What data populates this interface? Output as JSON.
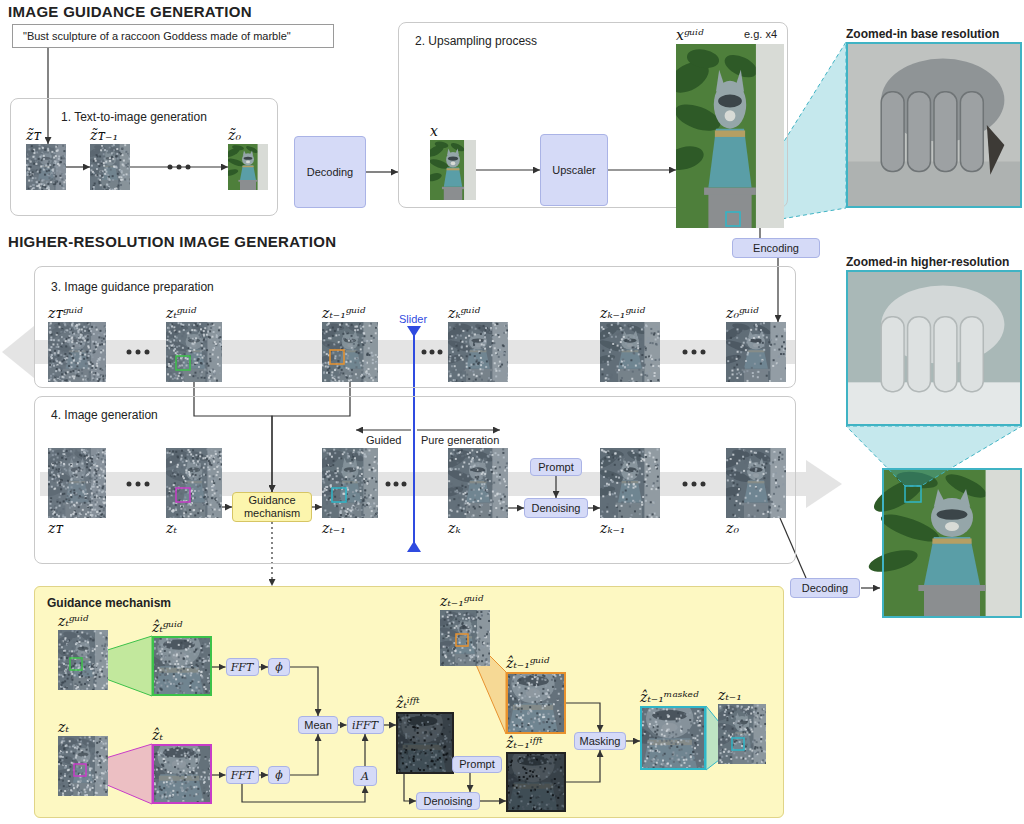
{
  "diagram": {
    "nodes": [
      {
        "text": [
          "\"Bust sculpture of a raccoon Goddess made of marble\""
        ]
      },
      {
        "text": [
          "1. Text-to-image generation"
        ]
      },
      {
        "text": [
          "z̃ᴛ"
        ],
        "in": 1
      },
      {
        "text": [
          "z̃ᴛ₋₁"
        ],
        "in": 1
      },
      {
        "text": [
          "z̃₀"
        ],
        "in": 1
      },
      {
        "text": [
          "Decoding"
        ]
      },
      {
        "text": [
          "2. Upsampling process"
        ]
      },
      {
        "text": [
          "x"
        ],
        "in": 6
      },
      {
        "text": [
          "Upscaler"
        ],
        "in": 6
      },
      {
        "text": [
          "xᵍᵘⁱᵈ"
        ],
        "in": 6
      },
      {
        "text": [
          "Zoomed-in base resolution"
        ]
      },
      {
        "text": [
          "Encoding"
        ]
      },
      {
        "text": [
          "3. Image guidance preparation"
        ]
      },
      {
        "text": [
          "zᴛᵍᵘⁱᵈ"
        ],
        "in": 12
      },
      {
        "text": [
          "zₜᵍᵘⁱᵈ"
        ],
        "in": 12
      },
      {
        "text": [
          "zₜ₋₁ᵍᵘⁱᵈ"
        ],
        "in": 12
      },
      {
        "text": [
          "zₖᵍᵘⁱᵈ"
        ],
        "in": 12
      },
      {
        "text": [
          "zₖ₋₁ᵍᵘⁱᵈ"
        ],
        "in": 12
      },
      {
        "text": [
          "z₀ᵍᵘⁱᵈ"
        ],
        "in": 12
      },
      {
        "text": [
          "Zoomed-in higher-resolution"
        ]
      },
      {
        "text": [
          "4. Image generation"
        ]
      },
      {
        "text": [
          "zᴛ"
        ],
        "in": 20
      },
      {
        "text": [
          "zₜ"
        ],
        "in": 20
      },
      {
        "text": [
          "Guidance mechanism"
        ],
        "in": 20
      },
      {
        "text": [
          "zₜ₋₁"
        ],
        "in": 20
      },
      {
        "text": [
          "zₖ"
        ],
        "in": 20
      },
      {
        "text": [
          "Prompt"
        ],
        "in": 20
      },
      {
        "text": [
          "Denoising"
        ],
        "in": 20
      },
      {
        "text": [
          "zₖ₋₁"
        ],
        "in": 20
      },
      {
        "text": [
          "z₀"
        ],
        "in": 20
      },
      {
        "text": [
          "Decoding"
        ]
      },
      {
        "text": [
          "Guidance mechanism"
        ]
      },
      {
        "text": [
          "zₜᵍᵘⁱᵈ"
        ],
        "in": 31
      },
      {
        "text": [
          "ẑₜᵍᵘⁱᵈ"
        ],
        "in": 31
      },
      {
        "text": [
          "FFT"
        ],
        "in": 31
      },
      {
        "text": [
          "ϕ"
        ],
        "in": 31
      },
      {
        "text": [
          "zₜ"
        ],
        "in": 31
      },
      {
        "text": [
          "ẑₜ"
        ],
        "in": 31
      },
      {
        "text": [
          "FFT"
        ],
        "in": 31
      },
      {
        "text": [
          "ϕ"
        ],
        "in": 31
      },
      {
        "text": [
          "Mean"
        ],
        "in": 31
      },
      {
        "text": [
          "iFFT"
        ],
        "in": 31
      },
      {
        "text": [
          "A"
        ],
        "in": 31
      },
      {
        "text": [
          "ẑₜⁱᶠᶠᵗ"
        ],
        "in": 31
      },
      {
        "text": [
          "Prompt"
        ],
        "in": 31
      },
      {
        "text": [
          "Denoising"
        ],
        "in": 31
      },
      {
        "text": [
          "zₜ₋₁ᵍᵘⁱᵈ"
        ],
        "in": 31
      },
      {
        "text": [
          "ẑₜ₋₁ᵍᵘⁱᵈ"
        ],
        "in": 31
      },
      {
        "text": [
          "ẑₜ₋₁ⁱᶠᶠᵗ"
        ],
        "in": 31
      },
      {
        "text": [
          "Masking"
        ],
        "in": 31
      },
      {
        "text": [
          "ẑₜ₋₁ᵐᵃˢᵏᵉᵈ"
        ],
        "in": 31
      },
      {
        "text": [
          "zₜ₋₁"
        ],
        "in": 31
      }
    ],
    "edges": [
      {
        "from": 0,
        "to": 2,
        "arrow": "to"
      },
      {
        "from": 2,
        "to": 3,
        "arrow": "to"
      },
      {
        "from": 3,
        "to": 4,
        "arrow": "to"
      },
      {
        "from": 5,
        "to": 6,
        "arrow": "to"
      },
      {
        "from": 7,
        "to": 8,
        "arrow": "to"
      },
      {
        "from": 8,
        "to": 9,
        "arrow": "to"
      },
      {
        "from": 9,
        "to": 11,
        "arrow": "none"
      },
      {
        "from": 11,
        "to": 18,
        "arrow": "to"
      },
      {
        "from": 14,
        "to": 23,
        "arrow": "to"
      },
      {
        "from": 15,
        "to": 23,
        "arrow": "to"
      },
      {
        "from": 22,
        "to": 23,
        "arrow": "to"
      },
      {
        "from": 23,
        "to": 24,
        "arrow": "to"
      },
      {
        "from": 25,
        "to": 27,
        "arrow": "to"
      },
      {
        "from": 26,
        "to": 27,
        "arrow": "to"
      },
      {
        "from": 27,
        "to": 28,
        "arrow": "to"
      },
      {
        "from": 29,
        "to": 30,
        "arrow": "none"
      },
      {
        "from": 23,
        "to": 31,
        "arrow": "to"
      },
      {
        "from": 33,
        "to": 34,
        "arrow": "to"
      },
      {
        "from": 34,
        "to": 35,
        "arrow": "to"
      },
      {
        "from": 35,
        "to": 40,
        "arrow": "to"
      },
      {
        "from": 37,
        "to": 38,
        "arrow": "to"
      },
      {
        "from": 38,
        "to": 39,
        "arrow": "to"
      },
      {
        "from": 39,
        "to": 40,
        "arrow": "to"
      },
      {
        "from": 38,
        "to": 42,
        "arrow": "to"
      },
      {
        "from": 42,
        "to": 41,
        "arrow": "to"
      },
      {
        "from": 40,
        "to": 41,
        "arrow": "to"
      },
      {
        "from": 41,
        "to": 43,
        "arrow": "to"
      },
      {
        "from": 43,
        "to": 45,
        "arrow": "to"
      },
      {
        "from": 44,
        "to": 45,
        "arrow": "to"
      },
      {
        "from": 45,
        "to": 48,
        "arrow": "to"
      },
      {
        "from": 47,
        "to": 49,
        "arrow": "to"
      },
      {
        "from": 48,
        "to": 49,
        "arrow": "to"
      },
      {
        "from": 49,
        "to": 50,
        "arrow": "to"
      }
    ],
    "labels": [
      "IMAGE GUIDANCE GENERATION",
      "HIGHER-RESOLUTION IMAGE GENERATION",
      "e.g. x4",
      "Slider",
      "Guided",
      "Pure generation"
    ]
  }
}
